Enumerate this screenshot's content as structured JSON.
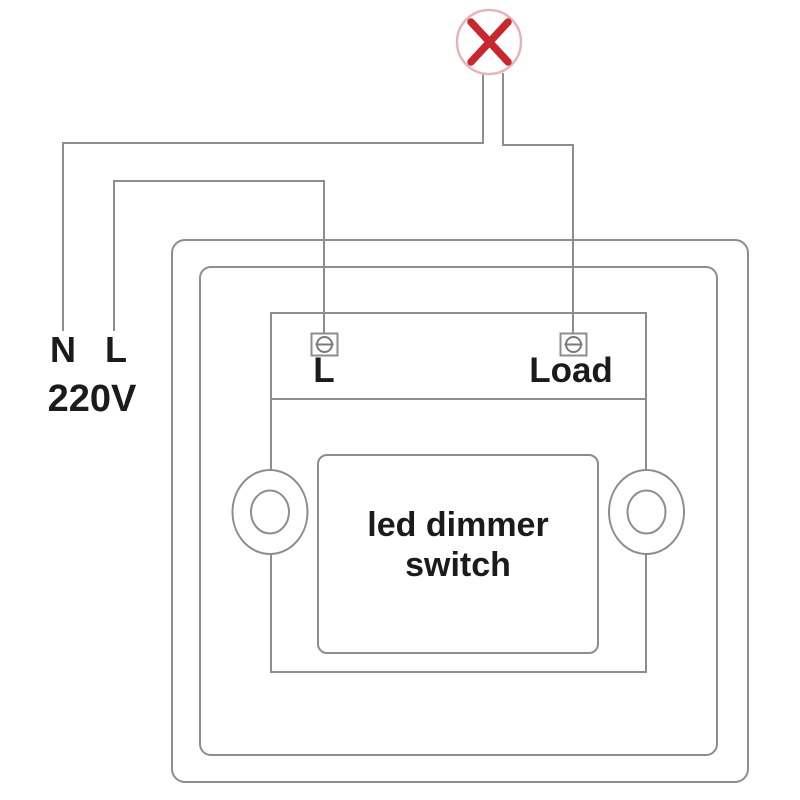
{
  "supply": {
    "neutral_label": "N",
    "live_label": "L",
    "voltage_label": "220V"
  },
  "terminals": {
    "live_label": "L",
    "load_label": "Load"
  },
  "device": {
    "line1": "led dimmer",
    "line2": "switch"
  },
  "icons": {
    "lamp": "crossed-lamp-icon",
    "screw_terminal": "screw-terminal-icon",
    "mounting_hole": "mounting-screw-hole-icon"
  },
  "colors": {
    "wire": "#8d8d8d",
    "outline": "#8d8d8d",
    "text": "#1b1b1b",
    "lamp_ring": "#e6b4b8",
    "lamp_cross": "#c8272e",
    "bg": "#ffffff"
  }
}
